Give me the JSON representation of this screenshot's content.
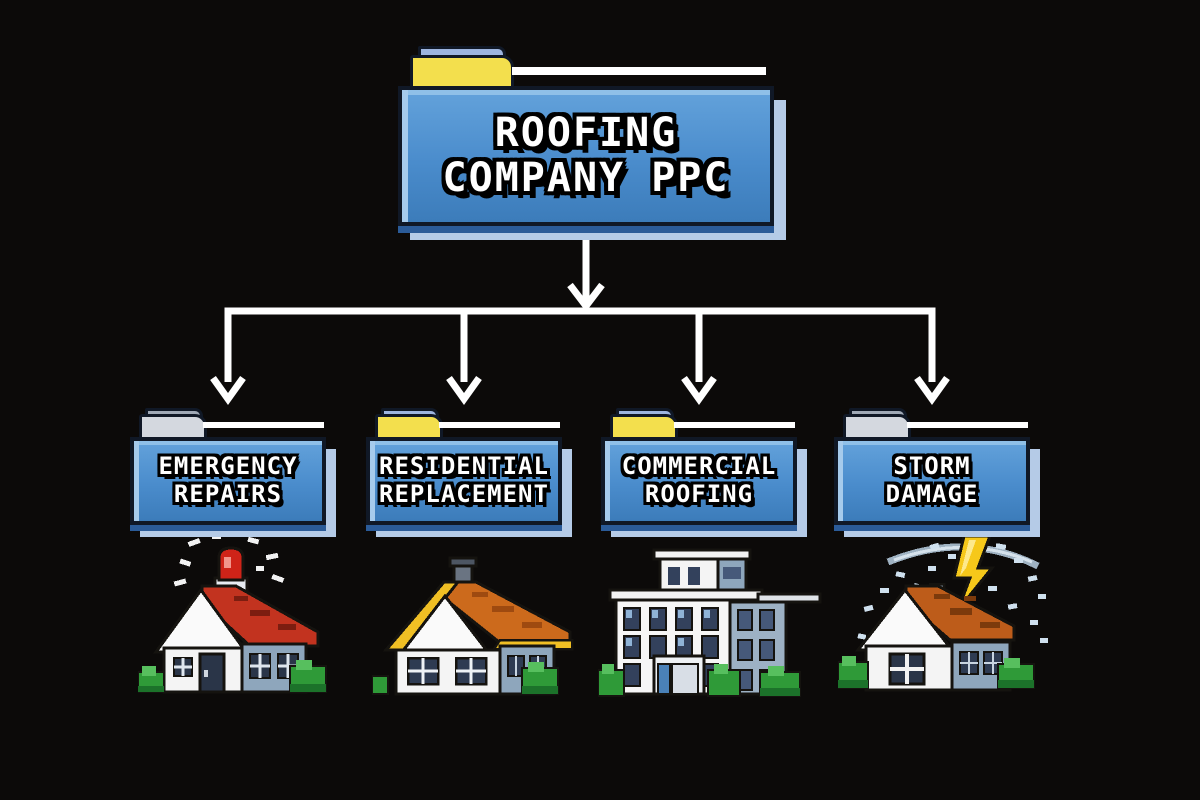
{
  "diagram": {
    "type": "campaign-structure-flowchart",
    "style": "pixel-art",
    "background": "#0c0a09"
  },
  "palette": {
    "folder_blue": "#4a8ccc",
    "folder_border": "#101826",
    "folder_underside": "#2b5b98",
    "folder_shadow": "#b5cbe7",
    "tab_yellow": "#f3df4d",
    "tab_gray": "#d4d8df",
    "arrow": "#ffffff",
    "label_text": "#ffffff"
  },
  "root": {
    "label": "ROOFING COMPANY PPC",
    "tab_color": "yellow"
  },
  "children": [
    {
      "label": "EMERGENCY REPAIRS",
      "tab_color": "gray",
      "icon": "emergency-house-icon"
    },
    {
      "label": "RESIDENTIAL REPLACEMENT",
      "tab_color": "yellow",
      "icon": "residential-house-icon"
    },
    {
      "label": "COMMERCIAL ROOFING",
      "tab_color": "yellow",
      "icon": "commercial-building-icon"
    },
    {
      "label": "STORM DAMAGE",
      "tab_color": "gray",
      "icon": "storm-damage-house-icon"
    }
  ]
}
